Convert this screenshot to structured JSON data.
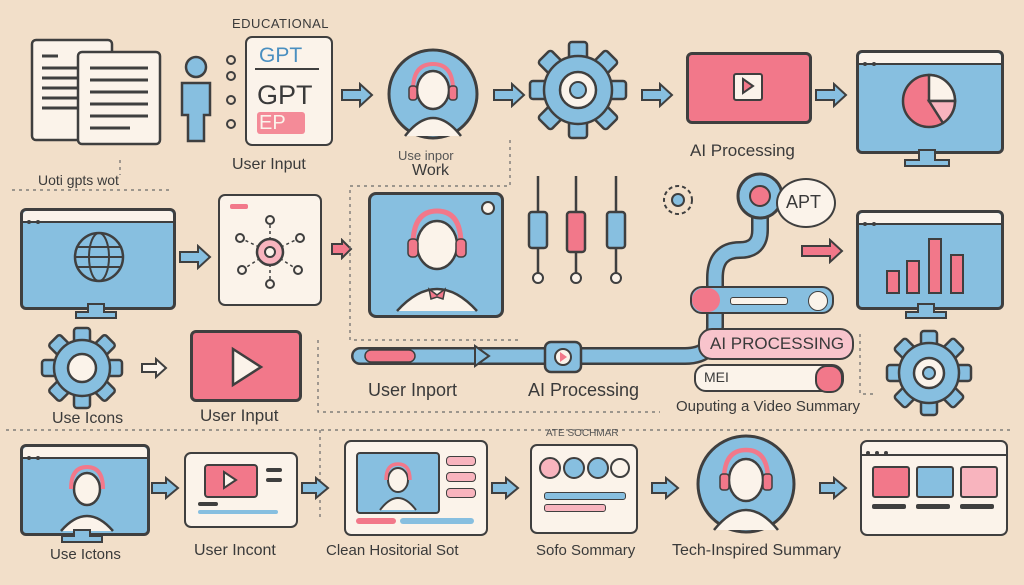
{
  "colors": {
    "background": "#f2dfc9",
    "blue": "#87bfe0",
    "pink": "#f2788a",
    "outline": "#3f3f3f",
    "card": "#fbf3ea"
  },
  "labels": {
    "educational": "EDUCATIONAL",
    "gpt_top": "GPT",
    "gpt_mid": "GPT",
    "gpt_bottom": "EP",
    "user_input_1": "User Input",
    "garbled_left": "Uoti gpts wot",
    "use_inpor": "Use inpor",
    "work": "Work",
    "ai_processing_top": "AI Processing",
    "apt": "APT",
    "ai_processing_pill": "AI PROCESSING",
    "mei": "MEI",
    "outputing": "Ouputing a Video Summary",
    "use_icons_mid": "Use Icons",
    "user_input_mid": "User Input",
    "user_inport": "User Inport",
    "ai_processing_mid": "AI Processing",
    "use_ictons": "Use Ictons",
    "user_incont": "User Incont",
    "clean_horizontal": "Clean Hositorial Sot",
    "ate_label": "ATE SOCHMAR",
    "sofo_summary": "Sofo Sommary",
    "tech_summary": "Tech-Inspired Summary"
  },
  "icons": [
    "document-icon",
    "person-icon",
    "headset-avatar-icon",
    "gear-icon",
    "video-play-icon",
    "pie-chart-monitor-icon",
    "globe-monitor-icon",
    "network-icon",
    "slider-icon",
    "bar-chart-monitor-icon",
    "arrow-icon"
  ]
}
